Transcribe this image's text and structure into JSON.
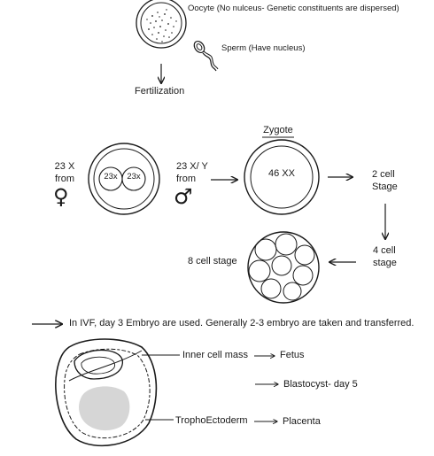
{
  "labels": {
    "oocyte": "Oocyte (No nulceus- Genetic constituents are dispersed)",
    "sperm": "Sperm (Have nucleus)",
    "fertilization": "Fertilization",
    "zygote": "Zygote",
    "female_chromosomes": "23 X",
    "from": "from",
    "pronucleus_a": "23x",
    "pronucleus_b": "23x",
    "male_chromosomes": "23 X/ Y",
    "zygote_content": "46 XX",
    "two_cell": "2 cell",
    "stage": "Stage",
    "four_cell": "4 cell",
    "stage_lower": "stage",
    "eight_cell": "8 cell stage",
    "ivf_note": "In IVF, day 3 Embryo are used. Generally 2-3 embryo are taken and transferred.",
    "inner_cell_mass": "Inner cell mass",
    "fetus": "Fetus",
    "blastocyst": "Blastocyst- day 5",
    "trophoectoderm": "TrophoEctoderm",
    "placenta": "Placenta"
  },
  "symbols": {
    "female": "♀",
    "male": "♂"
  },
  "colors": {
    "ink": "#1a1a1a",
    "shade": "#b5b5b5"
  }
}
